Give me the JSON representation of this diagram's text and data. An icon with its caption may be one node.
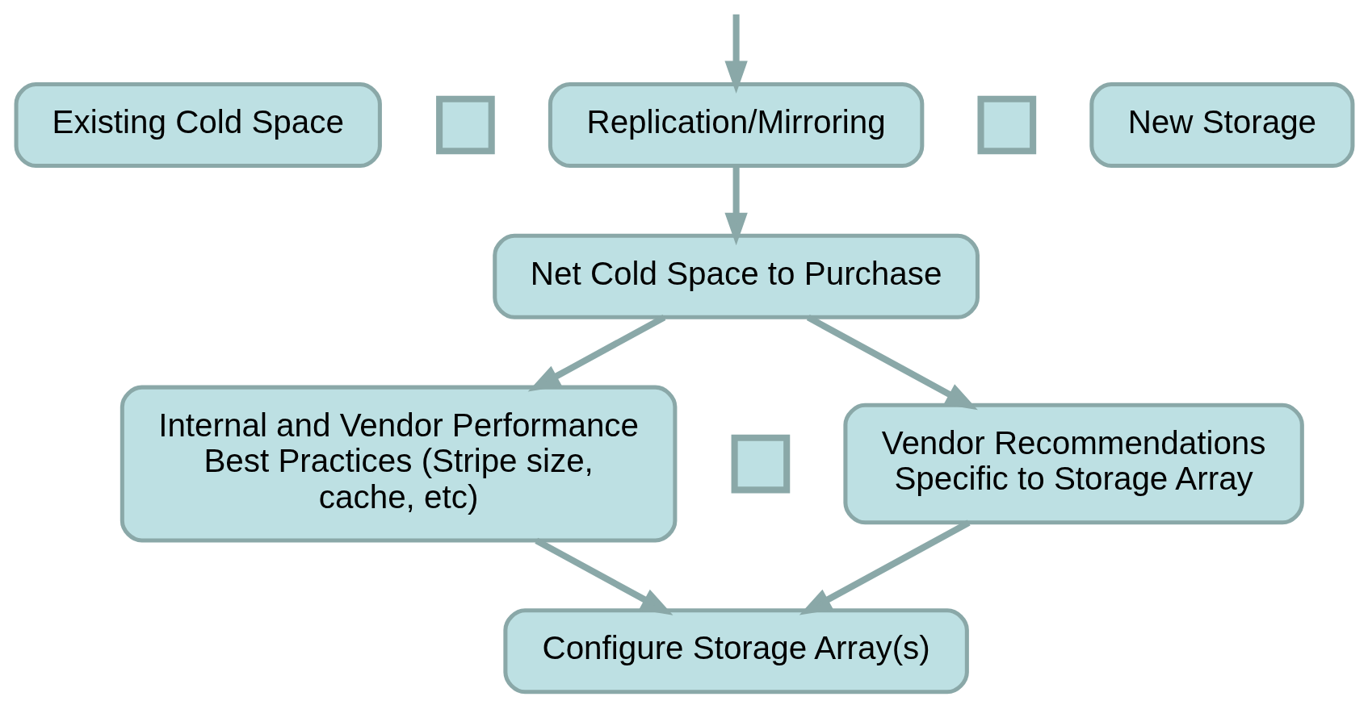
{
  "diagram": {
    "nodes": [
      {
        "text": [
          "Existing Cold Space"
        ]
      },
      {
        "text": [],
        "shape": "plus"
      },
      {
        "text": [
          "Replication/Mirroring"
        ]
      },
      {
        "text": [],
        "shape": "plus"
      },
      {
        "text": [
          "New Storage"
        ]
      },
      {
        "text": [
          "Net Cold Space to Purchase"
        ]
      },
      {
        "text": [
          "Internal and Vendor Performance Best Practices (Stripe size, cache, etc)"
        ]
      },
      {
        "text": [],
        "shape": "plus"
      },
      {
        "text": [
          "Vendor Recommendations Specific to Storage Array"
        ]
      },
      {
        "text": [
          "Configure Storage Array(s)"
        ]
      }
    ],
    "edges": [
      {
        "from": null,
        "to": 2,
        "arrow": "to"
      },
      {
        "from": 2,
        "to": 5,
        "arrow": "to"
      },
      {
        "from": 5,
        "to": 6,
        "arrow": "to"
      },
      {
        "from": 5,
        "to": 8,
        "arrow": "to"
      },
      {
        "from": 6,
        "to": 9,
        "arrow": "to"
      },
      {
        "from": 8,
        "to": 9,
        "arrow": "to"
      }
    ]
  }
}
